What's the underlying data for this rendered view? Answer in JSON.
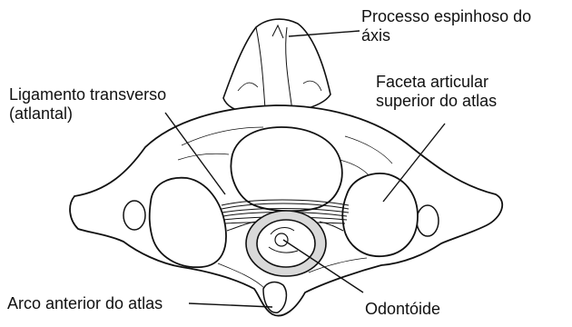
{
  "figure": {
    "labels": {
      "spinous_process": [
        "Processo espinhoso do",
        "áxis"
      ],
      "transverse_ligament": [
        "Ligamento transverso",
        "(atlantal)"
      ],
      "articular_facet": [
        "Faceta articular",
        "superior do atlas"
      ],
      "anterior_arch": [
        "Arco anterior do atlas"
      ],
      "odontoid": [
        "Odontóide"
      ]
    },
    "colors": {
      "ink": "#111111",
      "paper": "#ffffff",
      "bone_shade": "#d9d9d9"
    }
  }
}
